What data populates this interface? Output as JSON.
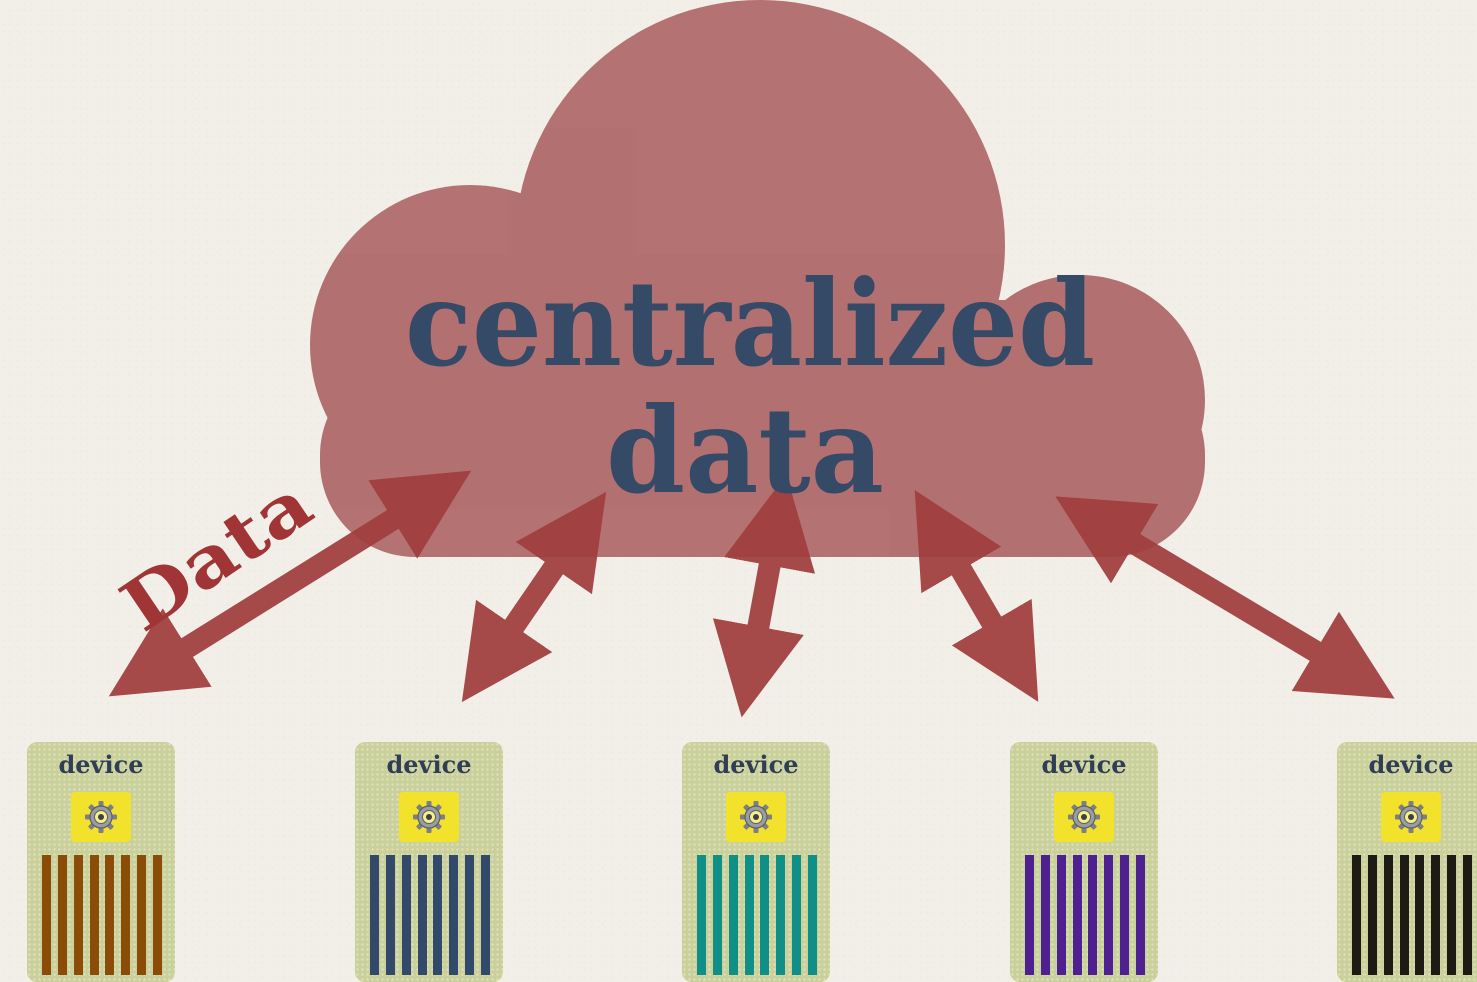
{
  "cloud": {
    "line1": "centralized",
    "line2": "data",
    "color": "#b06a6b"
  },
  "arrow_label": "Data",
  "arrow_color": "#a13e3e",
  "devices": [
    {
      "label": "device",
      "bar_color": "#8a4c06"
    },
    {
      "label": "device",
      "bar_color": "#33496a"
    },
    {
      "label": "device",
      "bar_color": "#0f8f86"
    },
    {
      "label": "device",
      "bar_color": "#4e2090"
    },
    {
      "label": "device",
      "bar_color": "#1e1a14"
    }
  ],
  "device_icon": "gear-icon"
}
